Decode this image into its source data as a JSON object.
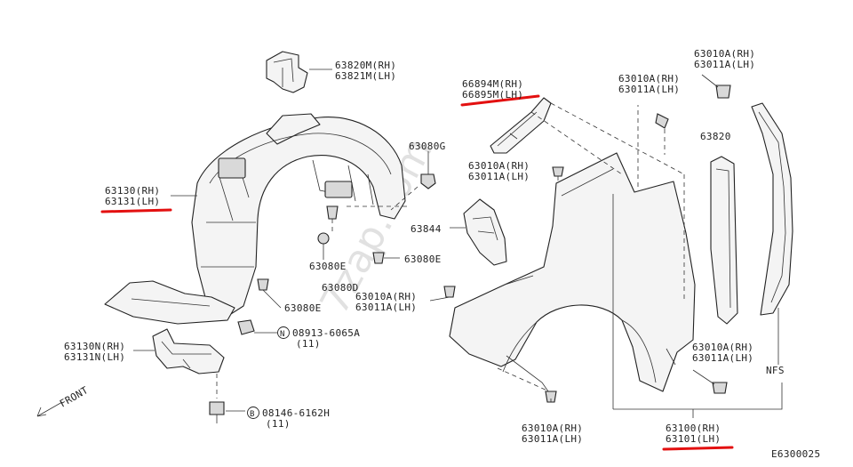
{
  "watermark": "7zap.com",
  "labels": {
    "p63820m": "63820M(RH)",
    "p63821m": "63821M(LH)",
    "p66894m": "66894M(RH)",
    "p66895m": "66895M(LH)",
    "p63010a_1": "63010A(RH)",
    "p63011a_1": "63011A(LH)",
    "p63010a_2": "63010A(RH)",
    "p63011a_2": "63011A(LH)",
    "p63820": "63820",
    "p63080g": "63080G",
    "p63130": "63130(RH)",
    "p63131": "63131(LH)",
    "p63010a_3": "63010A(RH)",
    "p63011a_3": "63011A(LH)",
    "p63844": "63844",
    "p63080e_1": "63080E",
    "p63080e_2": "63080E",
    "p63080d": "63080D",
    "p63010a_4": "63010A(RH)",
    "p63011a_4": "63011A(LH)",
    "p63080e_3": "63080E",
    "p08913": "08913-6065A",
    "p08913_qty": "(11)",
    "n_symbol": "N",
    "p63130n": "63130N(RH)",
    "p63131n": "63131N(LH)",
    "p63010a_5": "63010A(RH)",
    "p63011a_5": "63011A(LH)",
    "nfs": "NFS",
    "front": "FRONT",
    "p08146": "08146-6162H",
    "p08146_qty": "(11)",
    "b_symbol": "B",
    "p63010a_6": "63010A(RH)",
    "p63011a_6": "63011A(LH)",
    "p63100": "63100(RH)",
    "p63101": "63101(LH)",
    "diagram_code": "E6300025"
  }
}
